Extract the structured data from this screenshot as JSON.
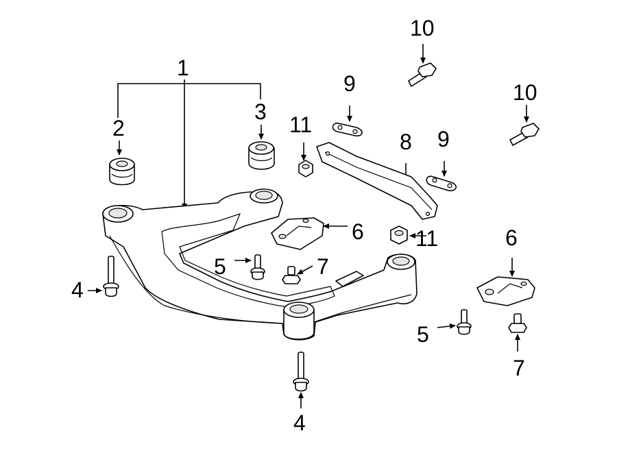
{
  "callouts": {
    "c1": "1",
    "c2": "2",
    "c3": "3",
    "c4a": "4",
    "c4b": "4",
    "c5a": "5",
    "c5b": "5",
    "c6a": "6",
    "c6b": "6",
    "c7a": "7",
    "c7b": "7",
    "c8": "8",
    "c9a": "9",
    "c9b": "9",
    "c10a": "10",
    "c10b": "10",
    "c11a": "11",
    "c11b": "11"
  }
}
